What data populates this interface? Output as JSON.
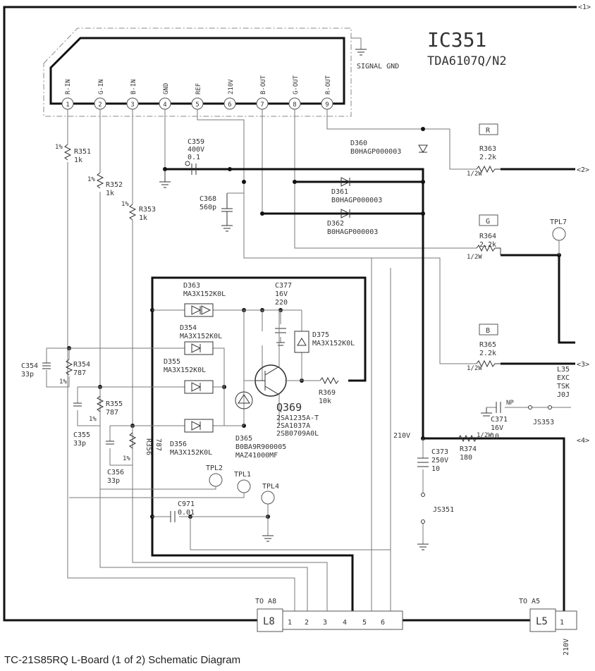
{
  "caption": "TC-21S85RQ L-Board (1 of 2) Schematic Diagram",
  "ic": {
    "ref": "IC351",
    "part": "TDA6107Q/N2",
    "ground_label": "SIGNAL GND",
    "pins": [
      {
        "num": "1",
        "name": "R-IN"
      },
      {
        "num": "2",
        "name": "G-IN"
      },
      {
        "num": "3",
        "name": "B-IN"
      },
      {
        "num": "4",
        "name": "GND"
      },
      {
        "num": "5",
        "name": "REF"
      },
      {
        "num": "6",
        "name": "210V"
      },
      {
        "num": "7",
        "name": "B-OUT"
      },
      {
        "num": "8",
        "name": "G-OUT"
      },
      {
        "num": "9",
        "name": "R-OUT"
      }
    ]
  },
  "offpage": {
    "n1": "<1>",
    "n2": "<2>",
    "n3": "<3>",
    "n4": "<4>"
  },
  "channel_boxes": {
    "r": "R",
    "g": "G",
    "b": "B"
  },
  "components": {
    "r351": {
      "ref": "R351",
      "val": "1k",
      "tol": "1%"
    },
    "r352": {
      "ref": "R352",
      "val": "1k",
      "tol": "1%"
    },
    "r353": {
      "ref": "R353",
      "val": "1k",
      "tol": "1%"
    },
    "c359": {
      "ref": "C359",
      "v": "400V",
      "val": "0.1"
    },
    "c368": {
      "ref": "C368",
      "val": "560p"
    },
    "d360": {
      "ref": "D360",
      "part": "B0HAGP000003"
    },
    "d361": {
      "ref": "D361",
      "part": "B0HAGP000003"
    },
    "d362": {
      "ref": "D362",
      "part": "B0HAGP000003"
    },
    "r363": {
      "ref": "R363",
      "val": "2.2k",
      "pw": "1/2W"
    },
    "r364": {
      "ref": "R364",
      "val": "2.2k",
      "pw": "1/2W"
    },
    "r365": {
      "ref": "R365",
      "val": "2.2k",
      "pw": "1/2W"
    },
    "tpl7": "TPL7",
    "d363": {
      "ref": "D363",
      "part": "MA3X152K0L"
    },
    "c377": {
      "ref": "C377",
      "v": "16V",
      "val": "220"
    },
    "d354": {
      "ref": "D354",
      "part": "MA3X152K0L"
    },
    "d375": {
      "ref": "D375",
      "part": "MA3X152K0L"
    },
    "d355": {
      "ref": "D355",
      "part": "MA3X152K0L"
    },
    "d356": {
      "ref": "D356",
      "part": "MA3X152K0L"
    },
    "c354": {
      "ref": "C354",
      "val": "33p"
    },
    "r354": {
      "ref": "R354",
      "val": "787",
      "tol": "1%"
    },
    "r355": {
      "ref": "R355",
      "val": "787",
      "tol": "1%"
    },
    "c355": {
      "ref": "C355",
      "val": "33p"
    },
    "r356": {
      "ref": "R356",
      "val": "787",
      "tol": "1%"
    },
    "c356": {
      "ref": "C356",
      "val": "33p"
    },
    "q369": {
      "ref": "Q369",
      "parts": [
        "2SA1235A-T",
        "2SA1037A",
        "2SB0709A0L"
      ]
    },
    "d365": {
      "ref": "D365",
      "parts": [
        "B0BA9R900005",
        "MAZ41000MF"
      ]
    },
    "r369": {
      "ref": "R369",
      "val": "10k"
    },
    "l35": {
      "lines": [
        "L35",
        "EXC",
        "TSK",
        "J0J"
      ]
    },
    "c371": {
      "ref": "C371",
      "v": "16V",
      "val": "10",
      "np": "NP"
    },
    "js353": "JS353",
    "v210": "210V",
    "c373": {
      "ref": "C373",
      "v": "250V",
      "val": "10"
    },
    "r374": {
      "ref": "R374",
      "val": "180",
      "pw": "1/2W"
    },
    "js351": "JS351",
    "tpl1": "TPL1",
    "tpl2": "TPL2",
    "tpl4": "TPL4",
    "c971": {
      "ref": "C971",
      "val": "0.01"
    }
  },
  "connectors": {
    "l8": {
      "to": "TO A8",
      "ref": "L8",
      "pins": [
        "1",
        "2",
        "3",
        "4",
        "5",
        "6"
      ]
    },
    "l5": {
      "to": "TO A5",
      "ref": "L5",
      "pin": "1",
      "net": "210V"
    }
  }
}
